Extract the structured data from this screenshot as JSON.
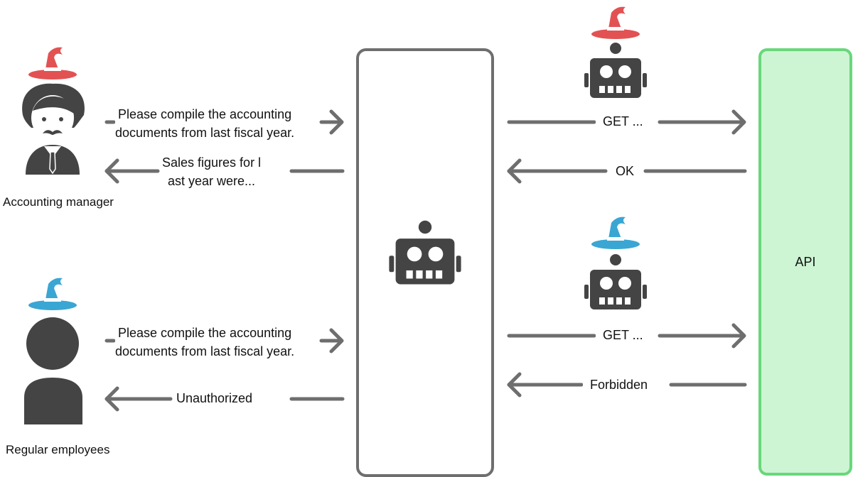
{
  "users": {
    "manager": {
      "caption": "Accounting manager",
      "hat_color": "#e25253"
    },
    "employee": {
      "caption": "Regular employees",
      "hat_color": "#3aa6d3"
    }
  },
  "messages": {
    "top_request": [
      "Please compile the accounting",
      "documents from last fiscal year."
    ],
    "top_response": [
      "Sales figures for l",
      "ast year were..."
    ],
    "bottom_request": [
      "Please compile the accounting",
      "documents from last fiscal year."
    ],
    "bottom_response": "Unauthorized"
  },
  "api_calls": {
    "top_request": "GET ...",
    "top_response": "OK",
    "bottom_request": "GET ...",
    "bottom_response": "Forbidden"
  },
  "api": {
    "label": "API",
    "fill": "#cdf5d3",
    "border": "#69d77b"
  },
  "colors": {
    "icon": "#444444",
    "arrow": "#6e6e6e",
    "agent_border": "#6e6e6e"
  }
}
